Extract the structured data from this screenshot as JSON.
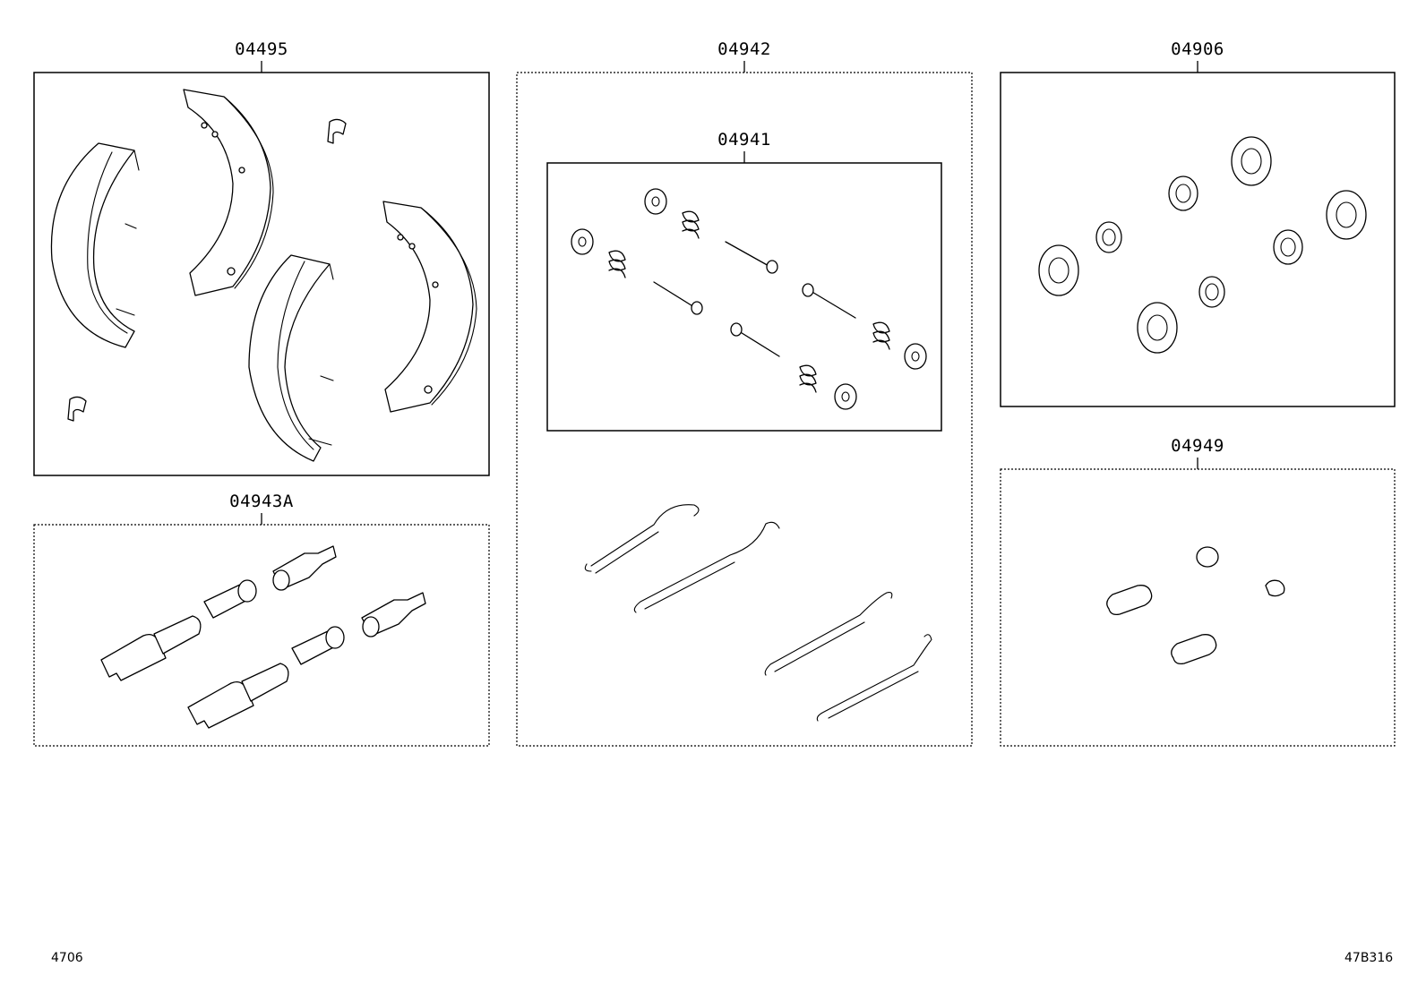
{
  "groups": [
    {
      "id": "g1",
      "label": "04495"
    },
    {
      "id": "g2",
      "label": "04942"
    },
    {
      "id": "g3",
      "label": "04941"
    },
    {
      "id": "g4",
      "label": "04906"
    },
    {
      "id": "g5",
      "label": "04943A"
    },
    {
      "id": "g6",
      "label": "04949"
    }
  ],
  "footer": {
    "left_code": "4706",
    "right_code": "47B316"
  }
}
